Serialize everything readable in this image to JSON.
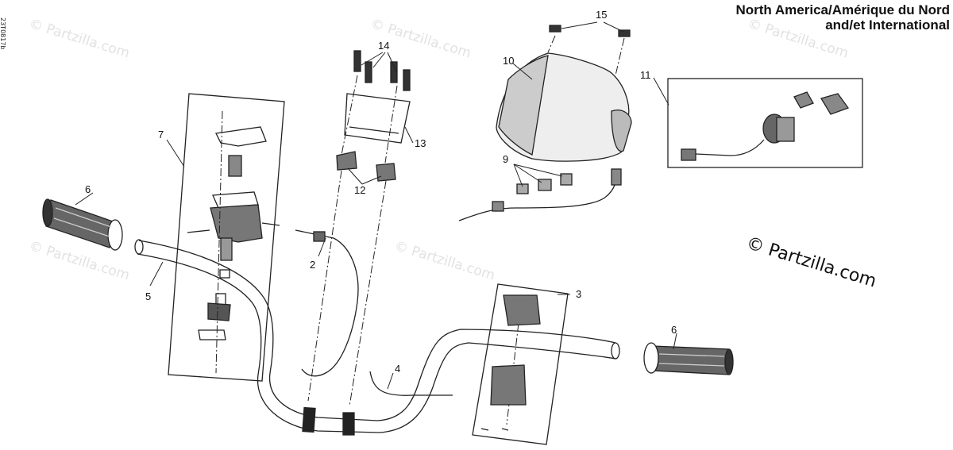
{
  "header": {
    "line1": "North America/Amérique du Nord",
    "line2": "and/et International"
  },
  "doc_id": "23T0817b",
  "copyright": "© Partzilla.com",
  "watermark": "© Partzilla.com",
  "callouts": {
    "c2": "2",
    "c3": "3",
    "c4": "4",
    "c5": "5",
    "c6a": "6",
    "c6b": "6",
    "c7": "7",
    "c9": "9",
    "c10": "10",
    "c11": "11",
    "c12": "12",
    "c13": "13",
    "c14": "14",
    "c15": "15"
  },
  "colors": {
    "line": "#222222",
    "grip": "#555555",
    "watermark": "#e2e2e2"
  }
}
